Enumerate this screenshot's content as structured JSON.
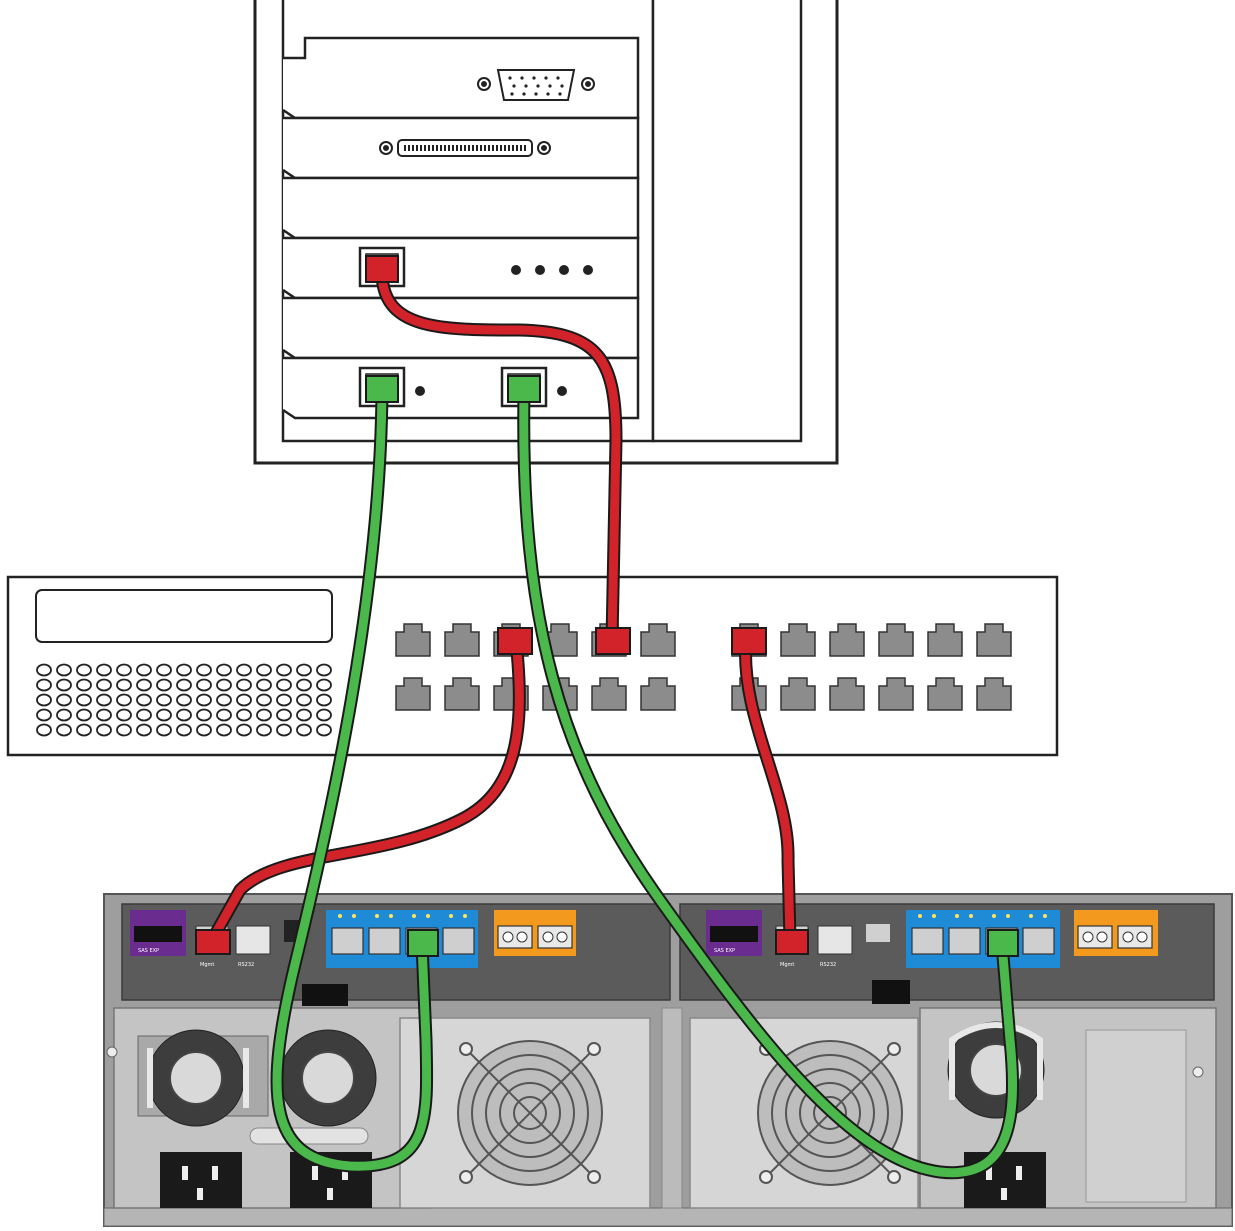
{
  "diagram": {
    "subject": "network cabling: server, switch and dual-controller storage enclosure",
    "colors": {
      "red_cable": "#d2232a",
      "green_cable": "#4bb84b",
      "cable_outline": "#1a1a1a",
      "server_outline": "#222222",
      "switch_port": "#8c8c8c",
      "enclosure_body": "#9a9a9a",
      "controller_panel": "#5a5a5a",
      "sas_exp_label_bg": "#6b2c8f",
      "iscsi_port_group": "#1f8ad6",
      "fc_port_group": "#f39a1e"
    },
    "labels": {
      "sas_exp": "SAS EXP",
      "mgmt": "Mgmt",
      "serial": "RS232"
    },
    "server_slots": 6,
    "switch_ports_per_row": 12,
    "switch_rows": 2,
    "controllers": 2,
    "iscsi_ports_per_controller": 4,
    "cables": [
      {
        "color": "red",
        "from": "server NIC card port",
        "to": "switch top row port 5"
      },
      {
        "color": "green",
        "from": "server iSCSI card port 1",
        "to": "controller A iSCSI port 3"
      },
      {
        "color": "green",
        "from": "server iSCSI card port 2",
        "to": "controller B iSCSI port 3"
      },
      {
        "color": "red",
        "from": "switch top row port 3",
        "to": "controller A management port"
      },
      {
        "color": "red",
        "from": "switch top row port 7",
        "to": "controller B management port"
      }
    ]
  }
}
